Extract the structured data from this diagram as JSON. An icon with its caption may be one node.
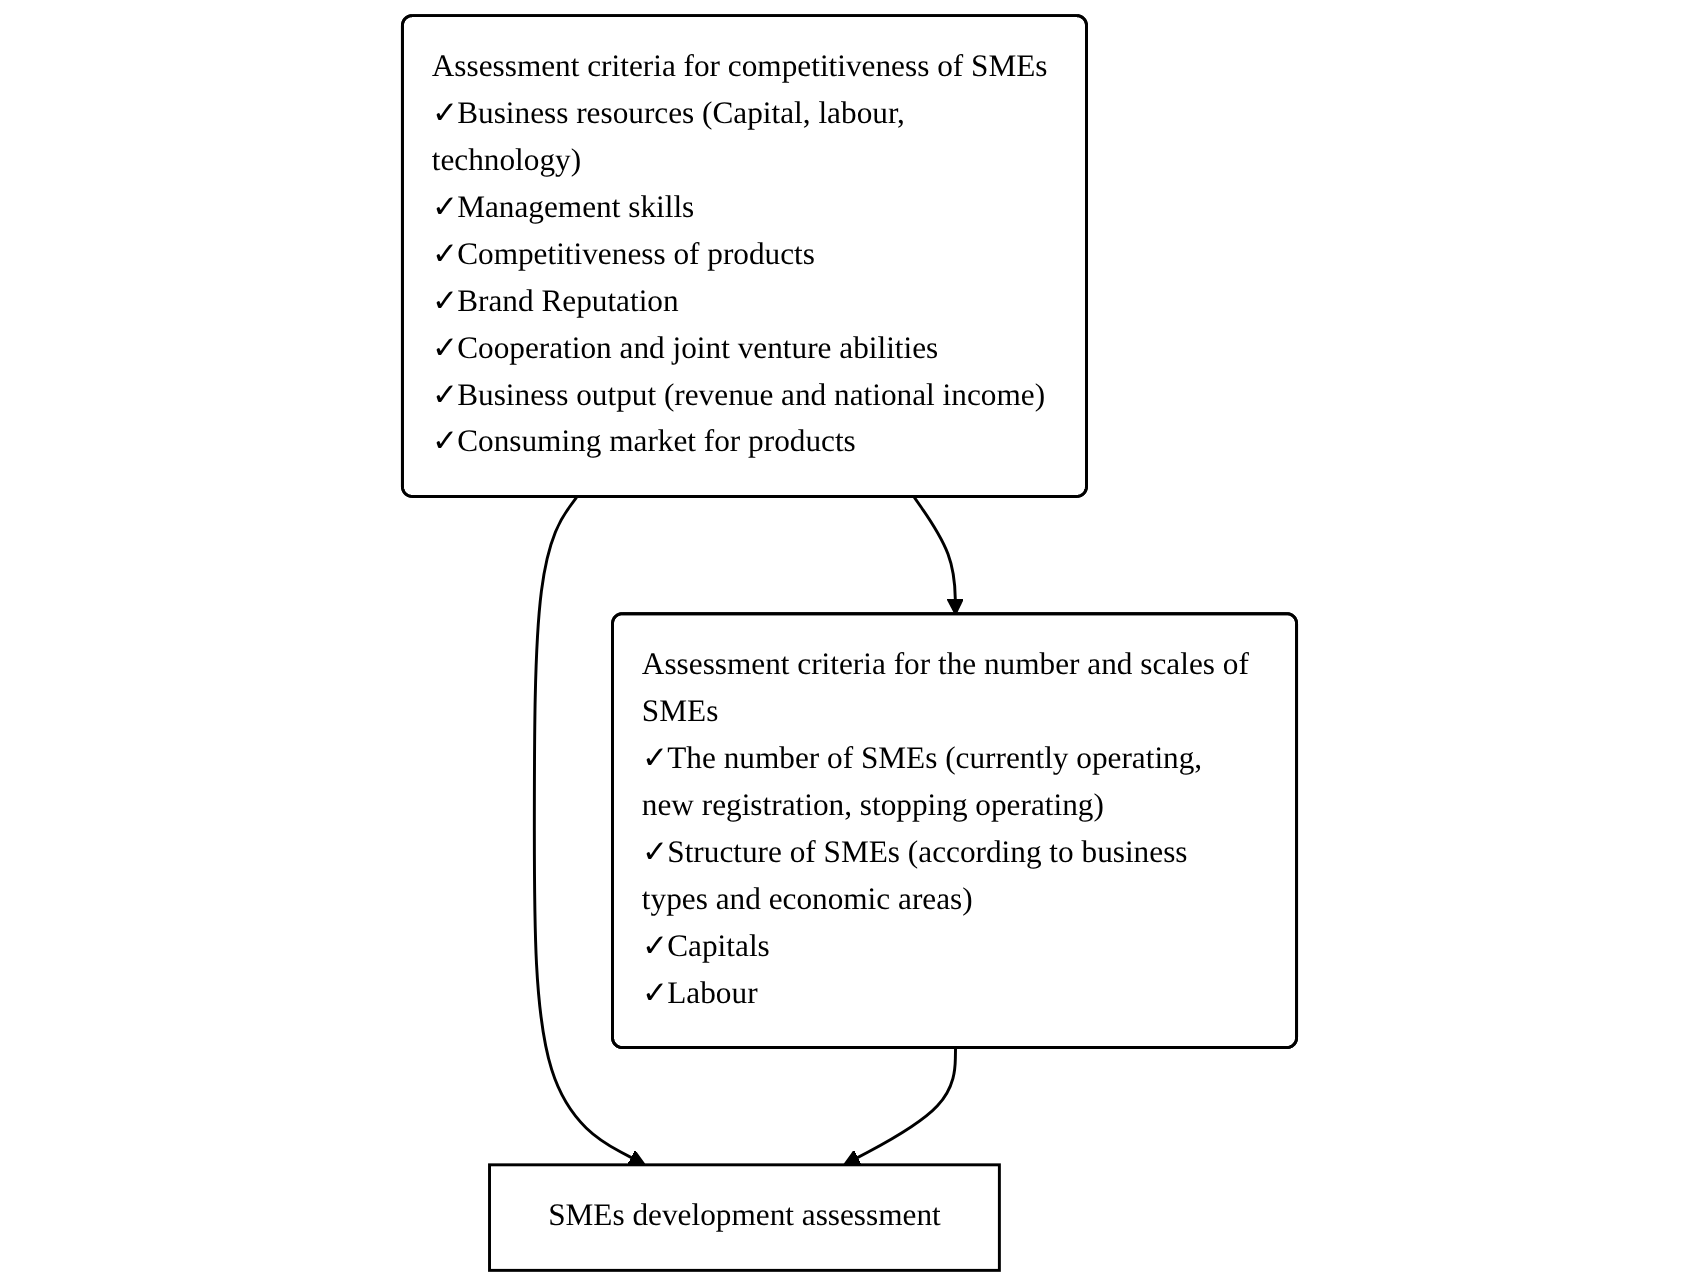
{
  "diagram": {
    "nodes": [
      {
        "text": [
          "Assessment criteria for the number and scales of SMEs",
          "✓The number of SMEs (currently operating, new registration, stopping operating)",
          "✓Structure of SMEs (according to business types and economic areas)",
          "✓Capitals",
          "✓Labour"
        ]
      },
      {
        "text": [
          "Assessment criteria for competitiveness of SMEs",
          "✓Business resources (Capital, labour, technology)",
          "✓Management skills",
          "✓Competitiveness of products",
          "✓Brand Reputation",
          "✓Cooperation and joint venture abilities",
          "✓Business output (revenue and national income)",
          "✓Consuming market for products"
        ]
      },
      {
        "text": [
          "SMEs development assessment"
        ]
      }
    ],
    "edges": [
      {
        "from": 1,
        "to": 0,
        "arrow": "to"
      },
      {
        "from": 1,
        "to": 2,
        "arrow": "to"
      },
      {
        "from": 0,
        "to": 2,
        "arrow": "to"
      }
    ]
  }
}
